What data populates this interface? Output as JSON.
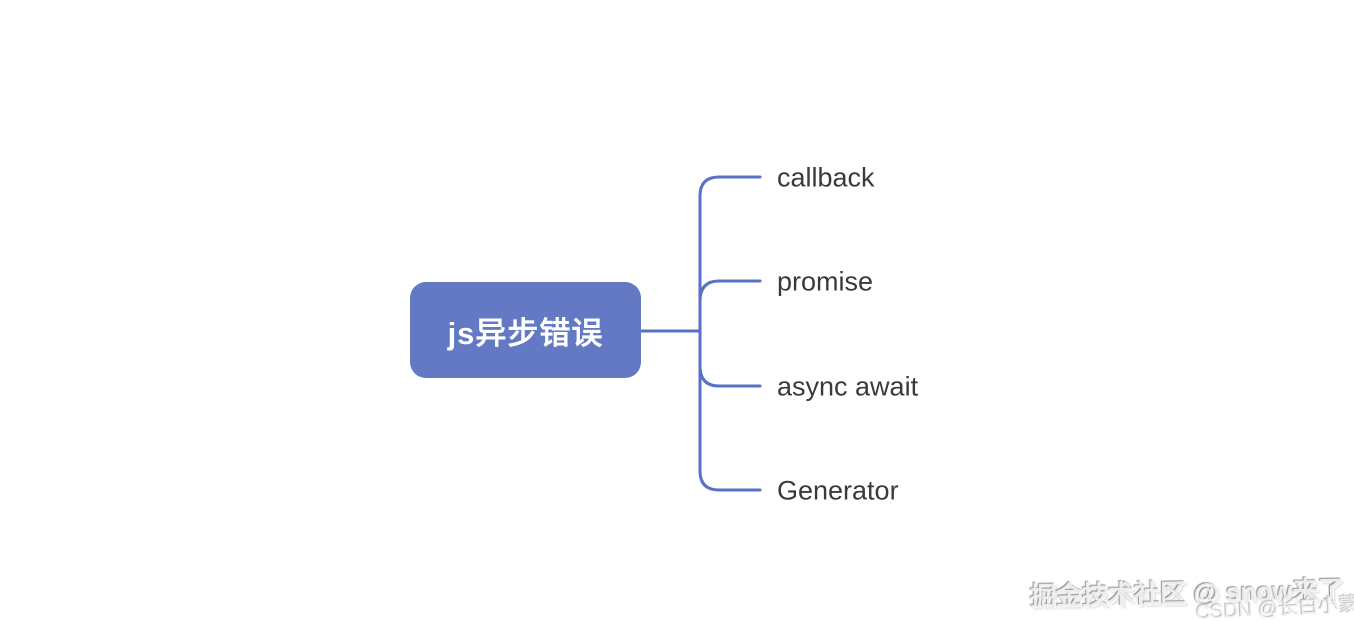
{
  "mindmap": {
    "root": {
      "label": "js异步错误"
    },
    "children": [
      {
        "label": "callback"
      },
      {
        "label": "promise"
      },
      {
        "label": "async await"
      },
      {
        "label": "Generator"
      }
    ]
  },
  "colors": {
    "node_fill": "#6379c4",
    "node_text": "#ffffff",
    "line": "#5671c5",
    "label_text": "#3a3a3a"
  },
  "watermarks": {
    "juejin": "掘金技术社区 @ snow来了",
    "csdn": "CSDN @长白小蒙"
  }
}
